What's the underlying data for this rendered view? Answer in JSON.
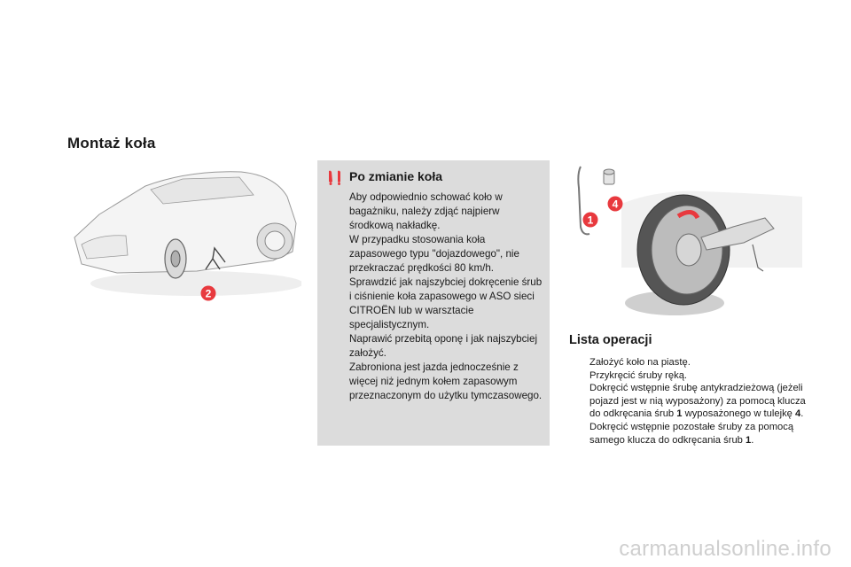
{
  "page": {
    "title": "Montaż koła"
  },
  "car_illustration": {
    "callout": "2"
  },
  "warning": {
    "title": "Po zmianie koła",
    "text": "Aby odpowiednio schować koło w bagażniku, należy zdjąć najpierw środkową nakładkę.\nW przypadku stosowania koła zapasowego typu \"dojazdowego\", nie przekraczać prędkości 80 km/h. Sprawdzić jak najszybciej dokręcenie śrub i ciśnienie koła zapasowego w ASO sieci CITROËN lub w warsztacie specjalistycznym.\nNaprawić przebitą oponę i jak najszybciej założyć.\nZabroniona jest jazda jednocześnie z więcej niż jednym kołem zapasowym przeznaczonym do użytku tymczasowego."
  },
  "wheel_illustration": {
    "callout_1": "1",
    "callout_4": "4"
  },
  "operations": {
    "title": "Lista operacji",
    "bullet": "",
    "items": {
      "i0": {
        "text": "Założyć koło na piastę."
      },
      "i1": {
        "text": "Przykręcić śruby ręką."
      },
      "i2": {
        "text_a": "Dokręcić wstępnie śrubę antykradzieżową (jeżeli pojazd jest w nią wyposażony) za pomocą klucza do odkręcania śrub ",
        "ref1": "1",
        "text_b": " wyposażonego w tulejkę ",
        "ref2": "4",
        "text_c": "."
      },
      "i3": {
        "text_a": "Dokręcić wstępnie pozostałe śruby za pomocą samego klucza do odkręcania śrub ",
        "ref1": "1",
        "text_c": "."
      }
    }
  },
  "watermark": "carmanualsonline.info",
  "colors": {
    "callout_red": "#e8393e",
    "box_grey": "#dcdcdc"
  }
}
